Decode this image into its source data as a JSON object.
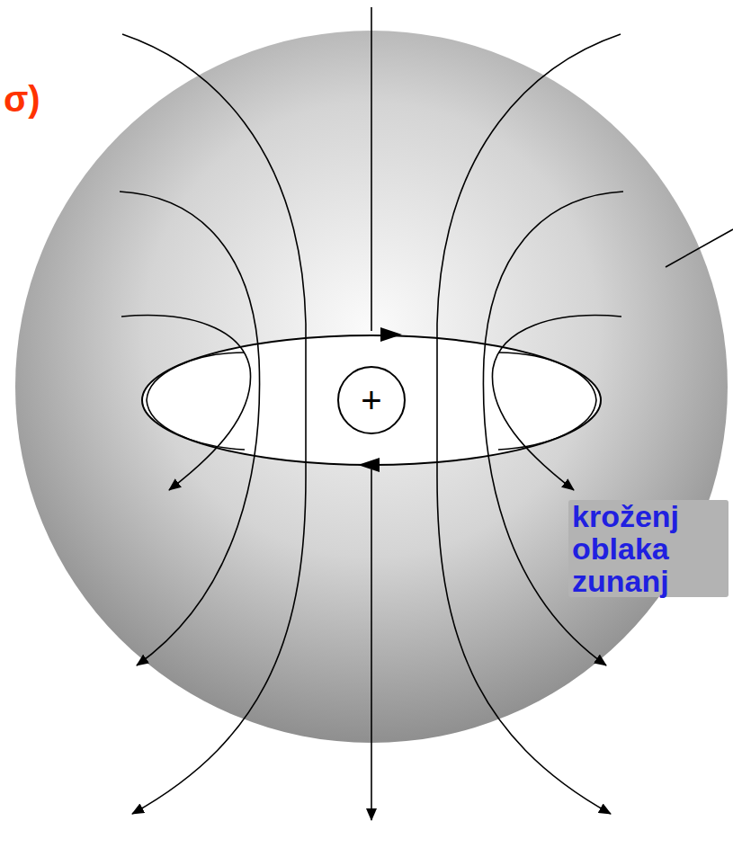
{
  "diagram": {
    "nodes": [
      {
        "text": [
          "+"
        ]
      }
    ],
    "labels": [
      "σ)",
      "kroženj oblaka zunanj"
    ]
  }
}
